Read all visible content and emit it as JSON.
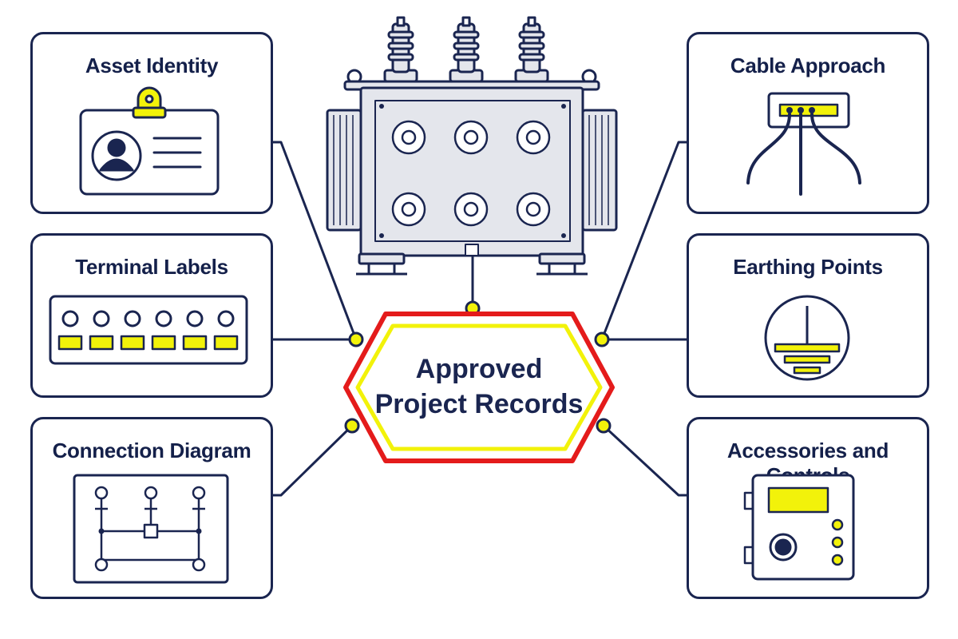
{
  "center": {
    "line1": "Approved",
    "line2": "Project Records"
  },
  "cards": {
    "asset_identity": {
      "title": "Asset Identity",
      "icon": "id-badge-icon"
    },
    "terminal_labels": {
      "title": "Terminal Labels",
      "icon": "terminal-strip-icon"
    },
    "connection_diagram": {
      "title": "Connection Diagram",
      "icon": "wiring-schematic-icon"
    },
    "cable_approach": {
      "title": "Cable Approach",
      "icon": "cable-entry-icon"
    },
    "earthing_points": {
      "title": "Earthing Points",
      "icon": "earth-ground-icon"
    },
    "accessories_controls": {
      "title": "Accessories and Controls",
      "icon": "control-panel-icon"
    }
  },
  "hub_image": {
    "icon": "power-transformer-icon"
  },
  "colors": {
    "navy": "#1a2550",
    "accent_yellow": "#f2f20a",
    "outline_red": "#e41b1b",
    "steel": "#e4e6ec"
  }
}
